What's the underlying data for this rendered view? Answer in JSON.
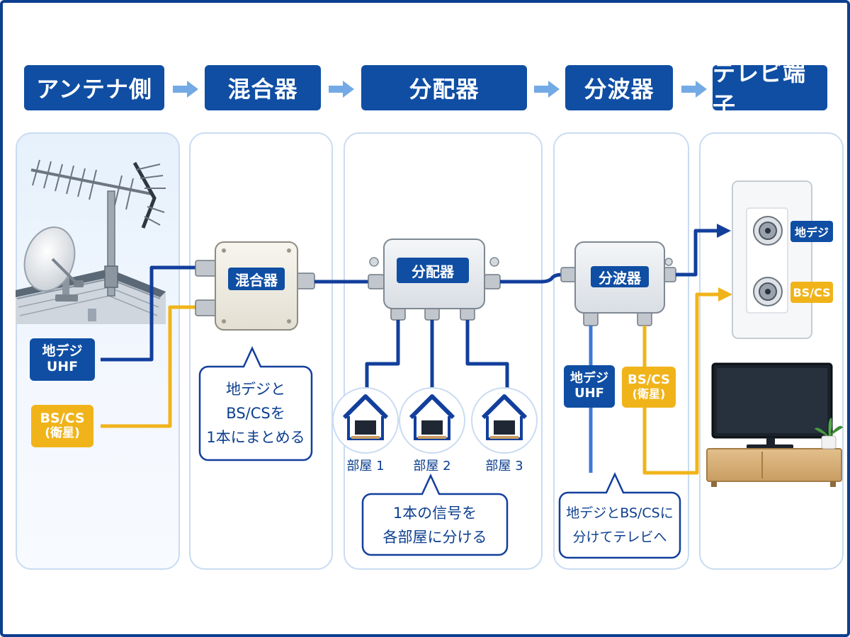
{
  "stages": [
    {
      "title": "アンテナ側"
    },
    {
      "title": "混合器"
    },
    {
      "title": "分配器"
    },
    {
      "title": "分波器"
    },
    {
      "title": "テレビ端子"
    }
  ],
  "antenna": {
    "uhf_label": [
      "地デジ",
      "UHF"
    ],
    "bs_label": [
      "BS/CS",
      "(衛星)"
    ]
  },
  "mixer": {
    "device_label": "混合器",
    "note": [
      "地デジと",
      "BS/CSを",
      "1本にまとめる"
    ]
  },
  "distributor": {
    "device_label": "分配器",
    "rooms": [
      "部屋 1",
      "部屋 2",
      "部屋 3"
    ],
    "note": [
      "1本の信号を",
      "各部屋に分ける"
    ]
  },
  "separator": {
    "device_label": "分波器",
    "uhf_label": [
      "地デジ",
      "UHF"
    ],
    "bs_label": [
      "BS/CS",
      "(衛星)"
    ],
    "note": [
      "地デジとBS/CSに",
      "分けてテレビへ"
    ]
  },
  "wall_outlet": {
    "port_uhf": "地デジ",
    "port_bs": "BS/CS"
  },
  "colors": {
    "header": "#0f4ea3",
    "uhf_cable": "#123f9c",
    "bs_cable": "#f0b41a",
    "panel_border": "#c9dcf2",
    "arrow": "#5b9be0"
  }
}
